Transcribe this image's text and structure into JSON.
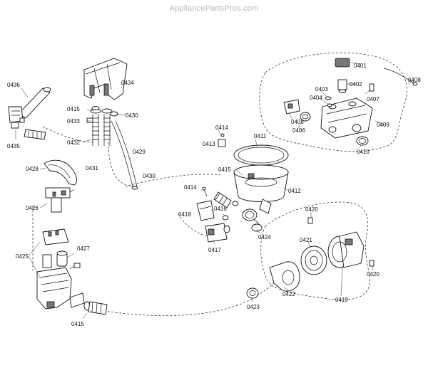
{
  "watermark": "AppliancePartsPros.com",
  "callouts": [
    {
      "id": "0401",
      "text": "0401"
    },
    {
      "id": "0402",
      "text": "0402"
    },
    {
      "id": "0403",
      "text": "0403"
    },
    {
      "id": "0404",
      "text": "0404"
    },
    {
      "id": "0405",
      "text": "0405"
    },
    {
      "id": "0406",
      "text": "0406"
    },
    {
      "id": "0407",
      "text": "0407"
    },
    {
      "id": "0408",
      "text": "0408"
    },
    {
      "id": "0409",
      "text": "0409"
    },
    {
      "id": "0410",
      "text": "0410"
    },
    {
      "id": "0411",
      "text": "0411"
    },
    {
      "id": "0412",
      "text": "0412"
    },
    {
      "id": "0413",
      "text": "0413"
    },
    {
      "id": "0414a",
      "text": "0414"
    },
    {
      "id": "0414b",
      "text": "0414"
    },
    {
      "id": "0415a",
      "text": "0415"
    },
    {
      "id": "0415b",
      "text": "0415"
    },
    {
      "id": "0415c",
      "text": "0415"
    },
    {
      "id": "0416",
      "text": "0416"
    },
    {
      "id": "0417",
      "text": "0417"
    },
    {
      "id": "0418",
      "text": "0418"
    },
    {
      "id": "0419",
      "text": "0419"
    },
    {
      "id": "0420a",
      "text": "0420"
    },
    {
      "id": "0420b",
      "text": "0420"
    },
    {
      "id": "0421",
      "text": "0421"
    },
    {
      "id": "0422",
      "text": "0422"
    },
    {
      "id": "0423",
      "text": "0423"
    },
    {
      "id": "0424",
      "text": "0424"
    },
    {
      "id": "0425",
      "text": "0425"
    },
    {
      "id": "0426",
      "text": "0426"
    },
    {
      "id": "0427",
      "text": "0427"
    },
    {
      "id": "0428",
      "text": "0428"
    },
    {
      "id": "0429",
      "text": "0429"
    },
    {
      "id": "0430a",
      "text": "0430"
    },
    {
      "id": "0430b",
      "text": "0430"
    },
    {
      "id": "0431",
      "text": "0431"
    },
    {
      "id": "0432",
      "text": "0432"
    },
    {
      "id": "0433",
      "text": "0433"
    },
    {
      "id": "0434",
      "text": "0434"
    },
    {
      "id": "0435",
      "text": "0435"
    },
    {
      "id": "0436",
      "text": "0436"
    }
  ]
}
